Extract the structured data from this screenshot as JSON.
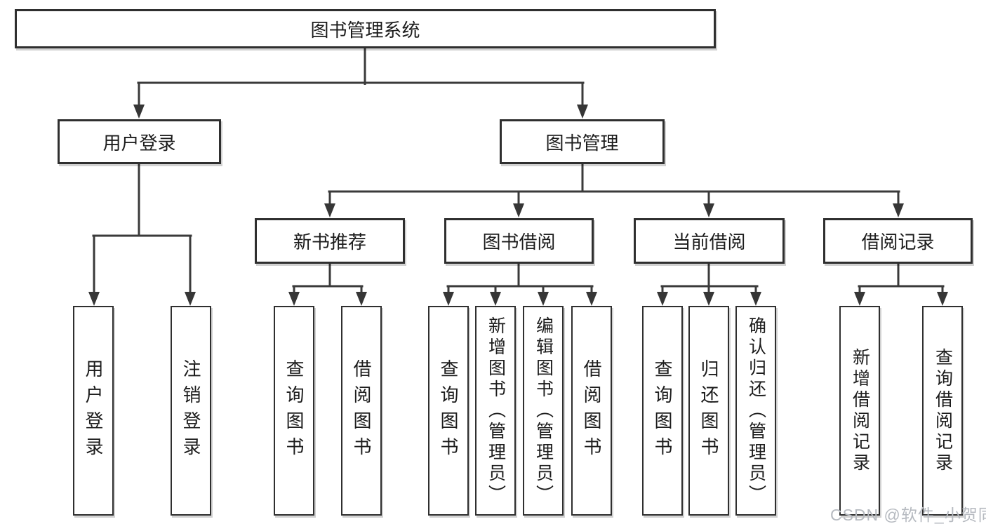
{
  "diagram_type": "hierarchy-tree",
  "tree": {
    "root": {
      "label": "图书管理系统",
      "children": [
        {
          "label": "用户登录",
          "children": [
            {
              "label": "用户登录"
            },
            {
              "label": "注销登录"
            }
          ]
        },
        {
          "label": "图书管理",
          "children": [
            {
              "label": "新书推荐",
              "children": [
                {
                  "label": "查询图书"
                },
                {
                  "label": "借阅图书"
                }
              ]
            },
            {
              "label": "图书借阅",
              "children": [
                {
                  "label": "查询图书"
                },
                {
                  "label": "新增图书（管理员）"
                },
                {
                  "label": "编辑图书（管理员）"
                },
                {
                  "label": "借阅图书"
                }
              ]
            },
            {
              "label": "当前借阅",
              "children": [
                {
                  "label": "查询图书"
                },
                {
                  "label": "归还图书"
                },
                {
                  "label": "确认归还（管理员）"
                }
              ]
            },
            {
              "label": "借阅记录",
              "children": [
                {
                  "label": "新增借阅记录"
                },
                {
                  "label": "查询借阅记录"
                }
              ]
            }
          ]
        }
      ]
    }
  },
  "watermark": {
    "text": "CSDN @软件_小贺同学"
  },
  "colors": {
    "line": "#3a3a3a",
    "box_border": "#2f2f2f",
    "text": "#1c1c1c",
    "background": "#ffffff",
    "watermark": "#b6bac0"
  }
}
